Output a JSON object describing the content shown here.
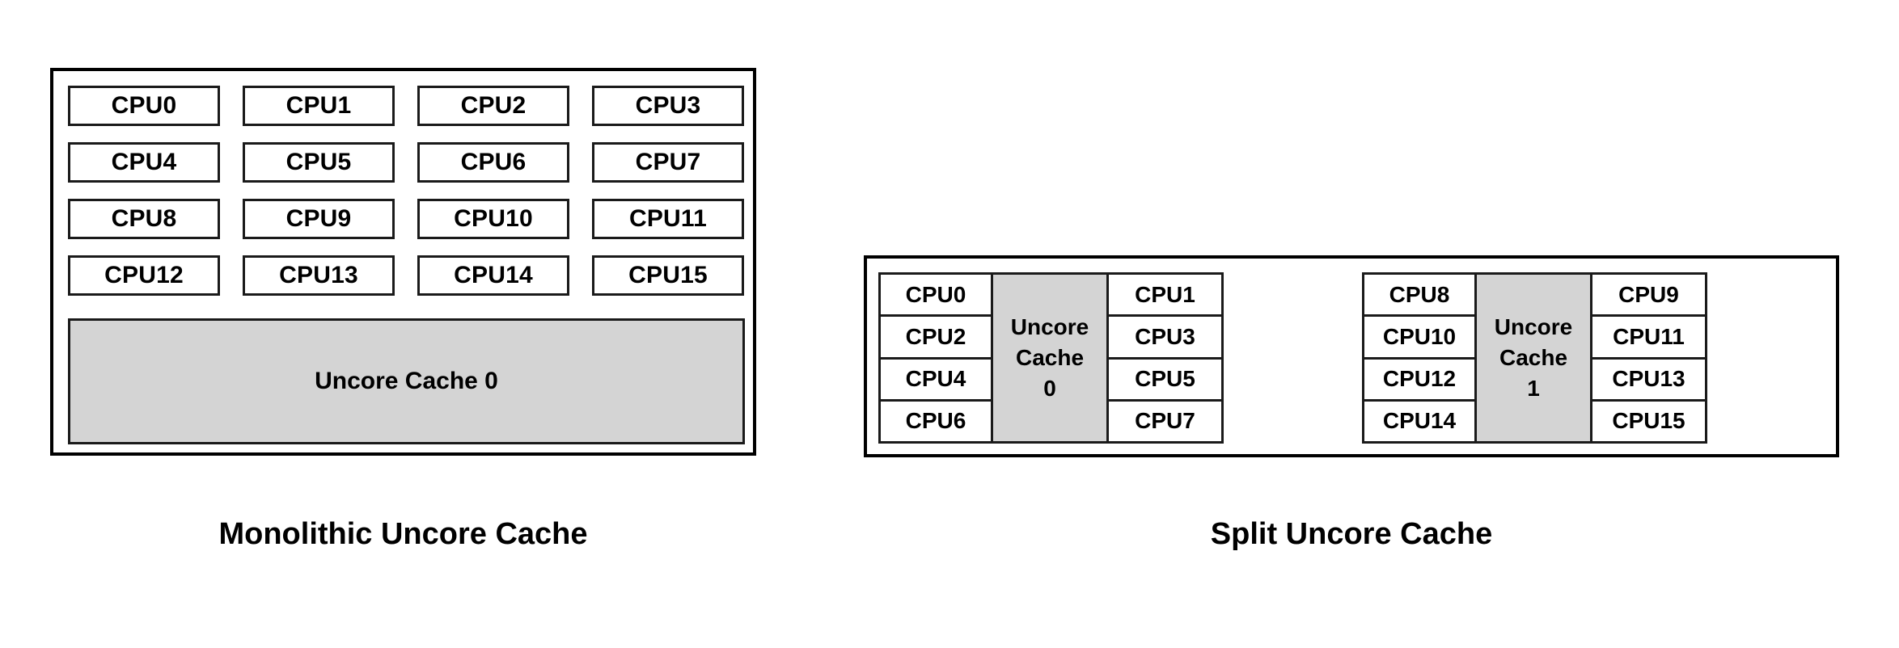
{
  "figures": {
    "monolithic": {
      "caption": "Monolithic Uncore Cache",
      "cpus": [
        "CPU0",
        "CPU1",
        "CPU2",
        "CPU3",
        "CPU4",
        "CPU5",
        "CPU6",
        "CPU7",
        "CPU8",
        "CPU9",
        "CPU10",
        "CPU11",
        "CPU12",
        "CPU13",
        "CPU14",
        "CPU15"
      ],
      "uncore_label": "Uncore Cache 0"
    },
    "split": {
      "caption": "Split Uncore Cache",
      "clusters": [
        {
          "left_cpus": [
            "CPU0",
            "CPU2",
            "CPU4",
            "CPU6"
          ],
          "uncore_line1": "Uncore",
          "uncore_line2": "Cache",
          "uncore_line3": "0",
          "right_cpus": [
            "CPU1",
            "CPU3",
            "CPU5",
            "CPU7"
          ]
        },
        {
          "left_cpus": [
            "CPU8",
            "CPU10",
            "CPU12",
            "CPU14"
          ],
          "uncore_line1": "Uncore",
          "uncore_line2": "Cache",
          "uncore_line3": "1",
          "right_cpus": [
            "CPU9",
            "CPU11",
            "CPU13",
            "CPU15"
          ]
        }
      ]
    }
  },
  "colors": {
    "background": "#ffffff",
    "stroke": "#000000",
    "cell_stroke": "#1a1a1a",
    "cache_fill": "#d4d4d4",
    "text": "#000000"
  }
}
